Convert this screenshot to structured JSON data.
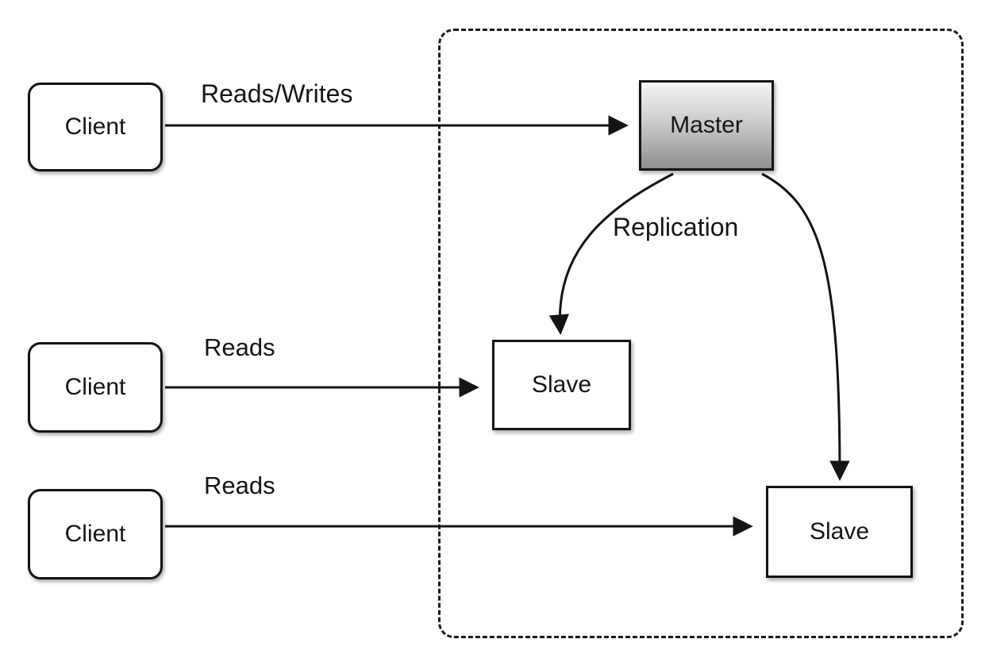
{
  "nodes": {
    "clients": [
      {
        "label": "Client"
      },
      {
        "label": "Client"
      },
      {
        "label": "Client"
      }
    ],
    "master": {
      "label": "Master"
    },
    "slaves": [
      {
        "label": "Slave"
      },
      {
        "label": "Slave"
      }
    ]
  },
  "edges": {
    "reads_writes": {
      "label": "Reads/Writes"
    },
    "reads_middle": {
      "label": "Reads"
    },
    "reads_bottom": {
      "label": "Reads"
    },
    "replication": {
      "label": "Replication"
    }
  },
  "colors": {
    "stroke": "#141414",
    "master_gradient_top": "#f4f4f4",
    "master_gradient_bottom": "#8e8e8e",
    "background": "#ffffff"
  }
}
